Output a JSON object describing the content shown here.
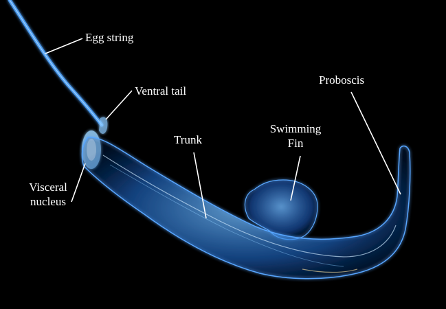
{
  "labels": {
    "egg_string": "Egg string",
    "ventral_tail": "Ventral tail",
    "trunk": "Trunk",
    "swimming_fin_line1": "Swimming",
    "swimming_fin_line2": "Fin",
    "proboscis": "Proboscis",
    "visceral_nucleus_line1": "Visceral",
    "visceral_nucleus_line2": "nucleus"
  },
  "colors": {
    "background": "#000000",
    "organism_glow": "#4aa8ff",
    "organism_core": "#9fd8ff",
    "label_text": "#ffffff",
    "leader_line": "#ffffff"
  }
}
